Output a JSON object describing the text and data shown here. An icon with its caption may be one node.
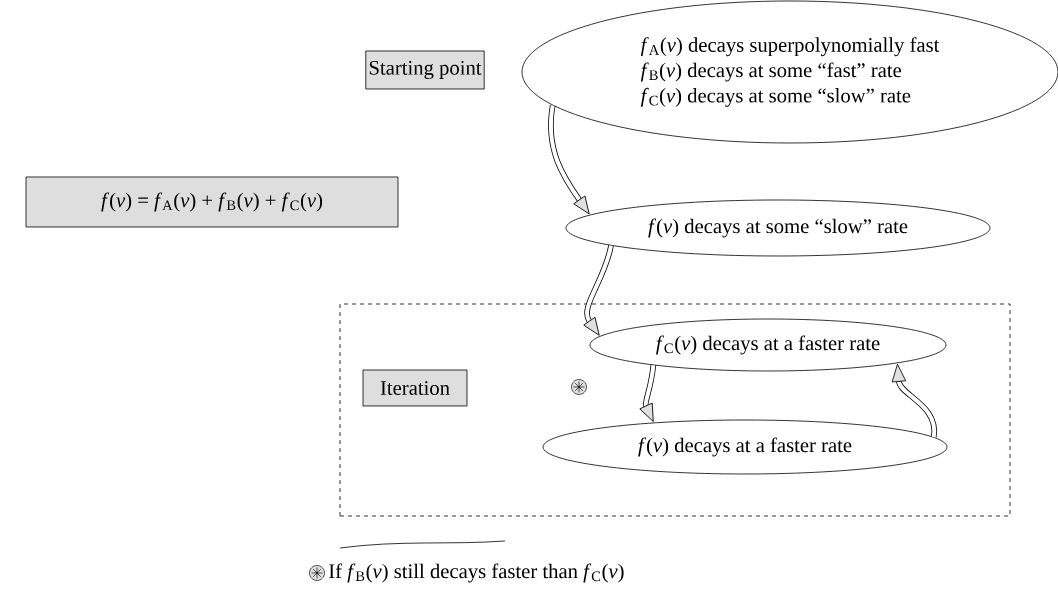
{
  "diagram": {
    "nodes": [
      {
        "text": [
          "Starting point"
        ]
      },
      {
        "text": [
          "*f*(*v*) = *f*$_{A}$(*v*) + *f*$_{B}$(*v*) + *f*$_{C}$(*v*)"
        ]
      },
      {
        "text": [
          "*f*$_{A}$(*v*) decays superpolynomially fast",
          "*f*$_{B}$(*v*) decays at some “fast” rate",
          "*f*$_{C}$(*v*) decays at some “slow” rate"
        ]
      },
      {
        "text": [
          "*f*(*v*) decays at some “slow” rate"
        ]
      },
      {
        "text": [],
        "shape": "box"
      },
      {
        "text": [
          "Iteration"
        ],
        "in": 4
      },
      {
        "text": [
          "*f*$_{C}$(*v*) decays at a faster rate"
        ],
        "in": 4
      },
      {
        "text": [
          "*f*(*v*) decays at a faster rate"
        ],
        "in": 4
      }
    ],
    "edges": [
      {
        "from": 2,
        "to": 3,
        "arrow": "to"
      },
      {
        "from": 3,
        "to": 6,
        "arrow": "to"
      },
      {
        "from": 6,
        "to": 7,
        "arrow": "to"
      },
      {
        "from": 7,
        "to": 6,
        "arrow": "to"
      }
    ],
    "labels": [
      "If *f*$_{B}$(*v*) still decays faster than *f*$_{C}$(*v*)"
    ]
  }
}
